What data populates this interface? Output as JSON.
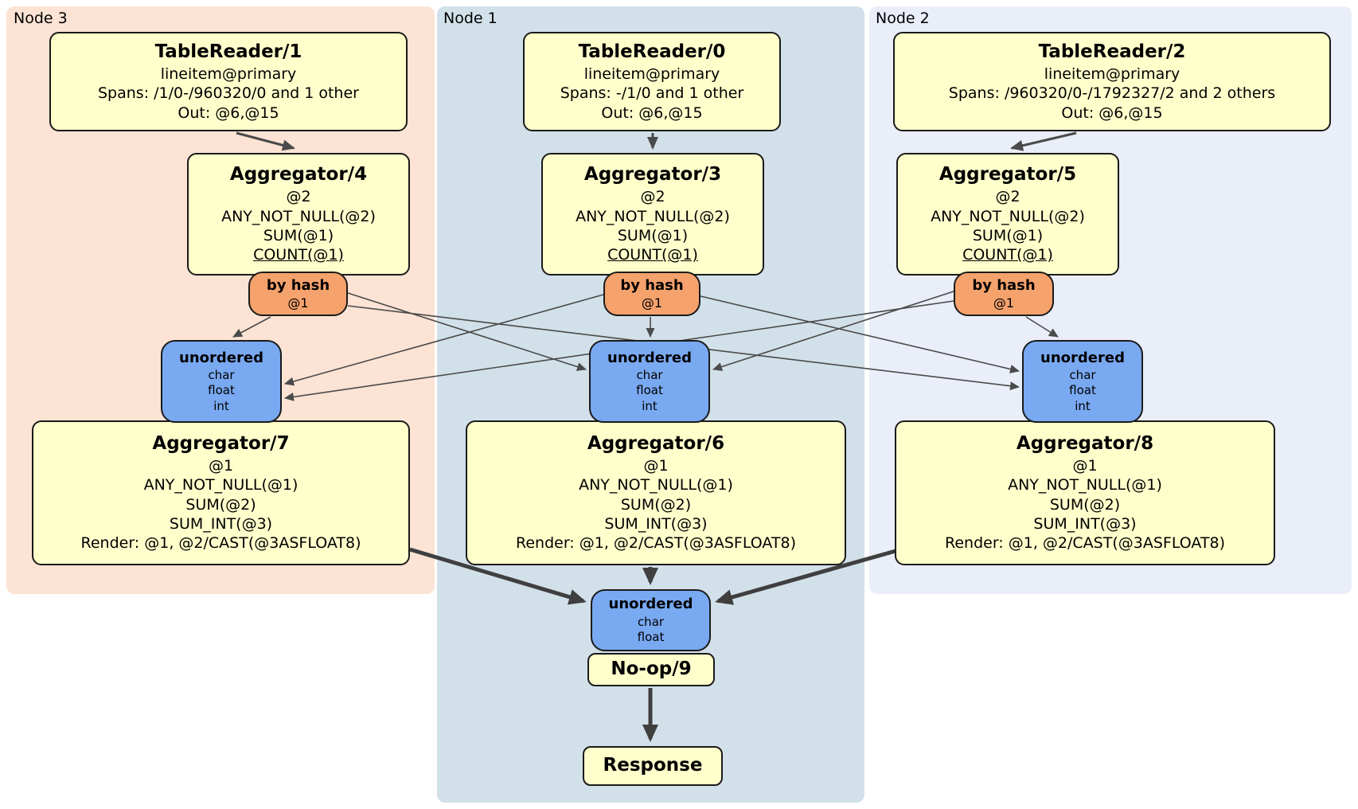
{
  "colors": {
    "node3_bg": "#fce3d4",
    "node1_bg": "#d2e0e9",
    "node2_bg": "#eaeef8",
    "processor_bg": "#ffffcc",
    "router_bg": "#f5a26d",
    "stream_bg": "#79a9f1",
    "edge_thin": "#4a4a4a",
    "edge_thick": "#3f3f3f",
    "box_border": "#1a1a1a"
  },
  "groups": {
    "node3": {
      "label": "Node 3"
    },
    "node1": {
      "label": "Node 1"
    },
    "node2": {
      "label": "Node 2"
    }
  },
  "processors": {
    "tr1": {
      "title": "TableReader/1",
      "lines": [
        "lineitem@primary",
        "Spans: /1/0-/960320/0 and 1 other",
        "Out: @6,@15"
      ]
    },
    "tr0": {
      "title": "TableReader/0",
      "lines": [
        "lineitem@primary",
        "Spans: -/1/0 and 1 other",
        "Out: @6,@15"
      ]
    },
    "tr2": {
      "title": "TableReader/2",
      "lines": [
        "lineitem@primary",
        "Spans: /960320/0-/1792327/2 and 2 others",
        "Out: @6,@15"
      ]
    },
    "agg4": {
      "title": "Aggregator/4",
      "lines": [
        "@2",
        "ANY_NOT_NULL(@2)",
        "SUM(@1)",
        "COUNT(@1)"
      ]
    },
    "agg3": {
      "title": "Aggregator/3",
      "lines": [
        "@2",
        "ANY_NOT_NULL(@2)",
        "SUM(@1)",
        "COUNT(@1)"
      ]
    },
    "agg5": {
      "title": "Aggregator/5",
      "lines": [
        "@2",
        "ANY_NOT_NULL(@2)",
        "SUM(@1)",
        "COUNT(@1)"
      ]
    },
    "agg7": {
      "title": "Aggregator/7",
      "lines": [
        "@1",
        "ANY_NOT_NULL(@1)",
        "SUM(@2)",
        "SUM_INT(@3)",
        "Render: @1, @2/CAST(@3ASFLOAT8)"
      ]
    },
    "agg6": {
      "title": "Aggregator/6",
      "lines": [
        "@1",
        "ANY_NOT_NULL(@1)",
        "SUM(@2)",
        "SUM_INT(@3)",
        "Render: @1, @2/CAST(@3ASFLOAT8)"
      ]
    },
    "agg8": {
      "title": "Aggregator/8",
      "lines": [
        "@1",
        "ANY_NOT_NULL(@1)",
        "SUM(@2)",
        "SUM_INT(@3)",
        "Render: @1, @2/CAST(@3ASFLOAT8)"
      ]
    },
    "noop": {
      "title": "No-op/9"
    },
    "response": {
      "title": "Response"
    }
  },
  "router": {
    "label": "by hash",
    "value": "@1"
  },
  "streams": {
    "unordered3": {
      "label": "unordered",
      "types": [
        "char",
        "float",
        "int"
      ]
    },
    "unordered_final": {
      "label": "unordered",
      "types": [
        "char",
        "float"
      ]
    }
  }
}
